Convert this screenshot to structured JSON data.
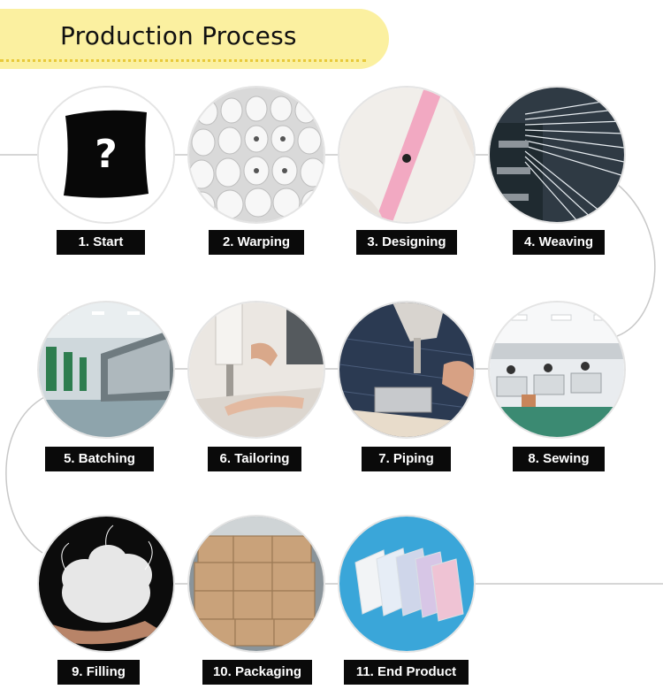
{
  "title": "Production Process",
  "steps": [
    {
      "label": "1. Start",
      "icon": "pillow-question-icon"
    },
    {
      "label": "2. Warping",
      "icon": "yarn-spools-icon"
    },
    {
      "label": "3. Designing",
      "icon": "fabric-design-icon"
    },
    {
      "label": "4. Weaving",
      "icon": "loom-threads-icon"
    },
    {
      "label": "5. Batching",
      "icon": "factory-rolls-icon"
    },
    {
      "label": "6. Tailoring",
      "icon": "sewing-machine-icon"
    },
    {
      "label": "7. Piping",
      "icon": "piping-machine-icon"
    },
    {
      "label": "8. Sewing",
      "icon": "sewing-workshop-icon"
    },
    {
      "label": "9. Filling",
      "icon": "fiber-filling-icon"
    },
    {
      "label": "10. Packaging",
      "icon": "cartons-icon"
    },
    {
      "label": "11. End Product",
      "icon": "pillows-product-icon"
    }
  ],
  "colors": {
    "banner": "#fbf0a0",
    "banner_dots": "#e8c93a",
    "label_bg": "#0a0a0a",
    "connector": "#c8c8c8"
  }
}
